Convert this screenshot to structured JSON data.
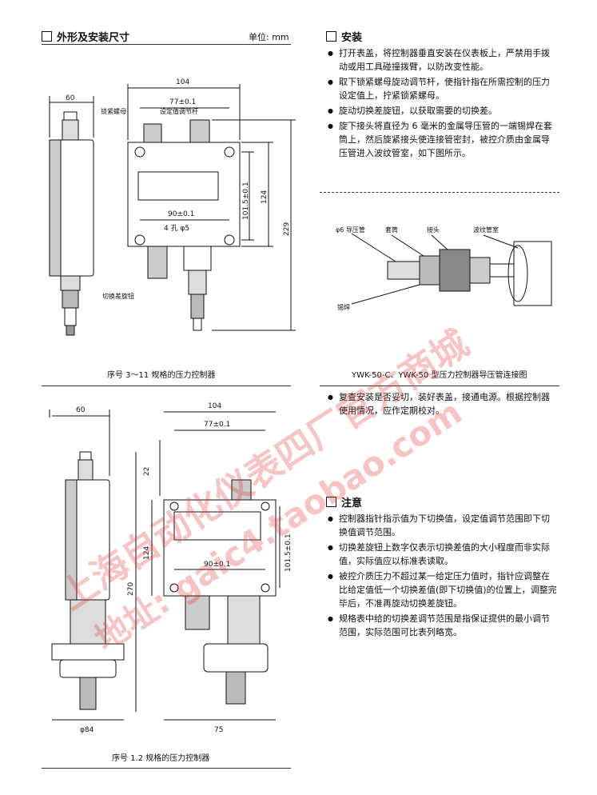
{
  "outline": {
    "title": "外形及安装尺寸",
    "unit": "单位: mm",
    "caption_top": "序号 3～11 规格的压力控制器",
    "caption_bottom": "序号 1.2 规格的压力控制器",
    "top_dims": {
      "d60": "60",
      "d104": "104",
      "d77": "77±0.1",
      "d1015": "101.5±0.1",
      "d124": "124",
      "d229": "229",
      "d90": "90±0.1",
      "holes": "4 孔 φ5",
      "lock_nut": "锁紧螺母",
      "set_rod": "设定值调节杆",
      "knob": "切换差旋钮"
    },
    "bottom_dims": {
      "d60": "60",
      "d104": "104",
      "d77": "77±0.1",
      "d22": "22",
      "d124": "124",
      "d270": "270",
      "d1015": "101.5±0.1",
      "d90": "90±0.1",
      "d84": "φ84",
      "d75": "75"
    }
  },
  "install": {
    "title": "安装",
    "items": [
      "打开表盖，将控制器垂直安装在仪表板上，严禁用手拨动或用工具碰撞拨臂，以防改变性能。",
      "取下锁紧螺母旋动调节杆，使指针指在所需控制的压力设定值上，拧紧锁紧螺母。",
      "旋动切换差旋钮，以获取需要的切换差。",
      "旋下接头将直径为 6 毫米的金属导压管的一端锡焊在套筒上，然后旋紧接头使连接管密封，被控介质由金属导压管进入波纹管室，如下图所示。"
    ],
    "diagram_labels": {
      "pipe": "φ6 导压管",
      "sleeve": "套筒",
      "joint": "接头",
      "bellows": "波纹管室",
      "weld": "锡焊"
    },
    "diagram_caption": "YWK-50-C、YWK-50 型压力控制器导压管连接图",
    "extra": "复查安装是否妥切，装好表盖，接通电源。根据控制器使用情况，应作定期校对。"
  },
  "notes": {
    "title": "注意",
    "items": [
      "控制器指针指示值为下切换值，设定值调节范围即下切换值调节范围。",
      "切换差旋钮上数字仅表示切换差值的大小程度而非实际值，实际值应以标准表读取。",
      "被控介质压力不超过某一给定压力值时，指针应调整在比给定值低一个切换差值(即下切换值)的位置上，调整完毕后，不准再旋动切换差旋钮。",
      "规格表中给的切换差调节范围是指保证提供的最小调节范围，实际范围可比表列略宽。"
    ]
  },
  "watermark": {
    "line1": "上海自动化仪表四厂官方商城",
    "line2": "地址: gaic4.taobao.com"
  }
}
